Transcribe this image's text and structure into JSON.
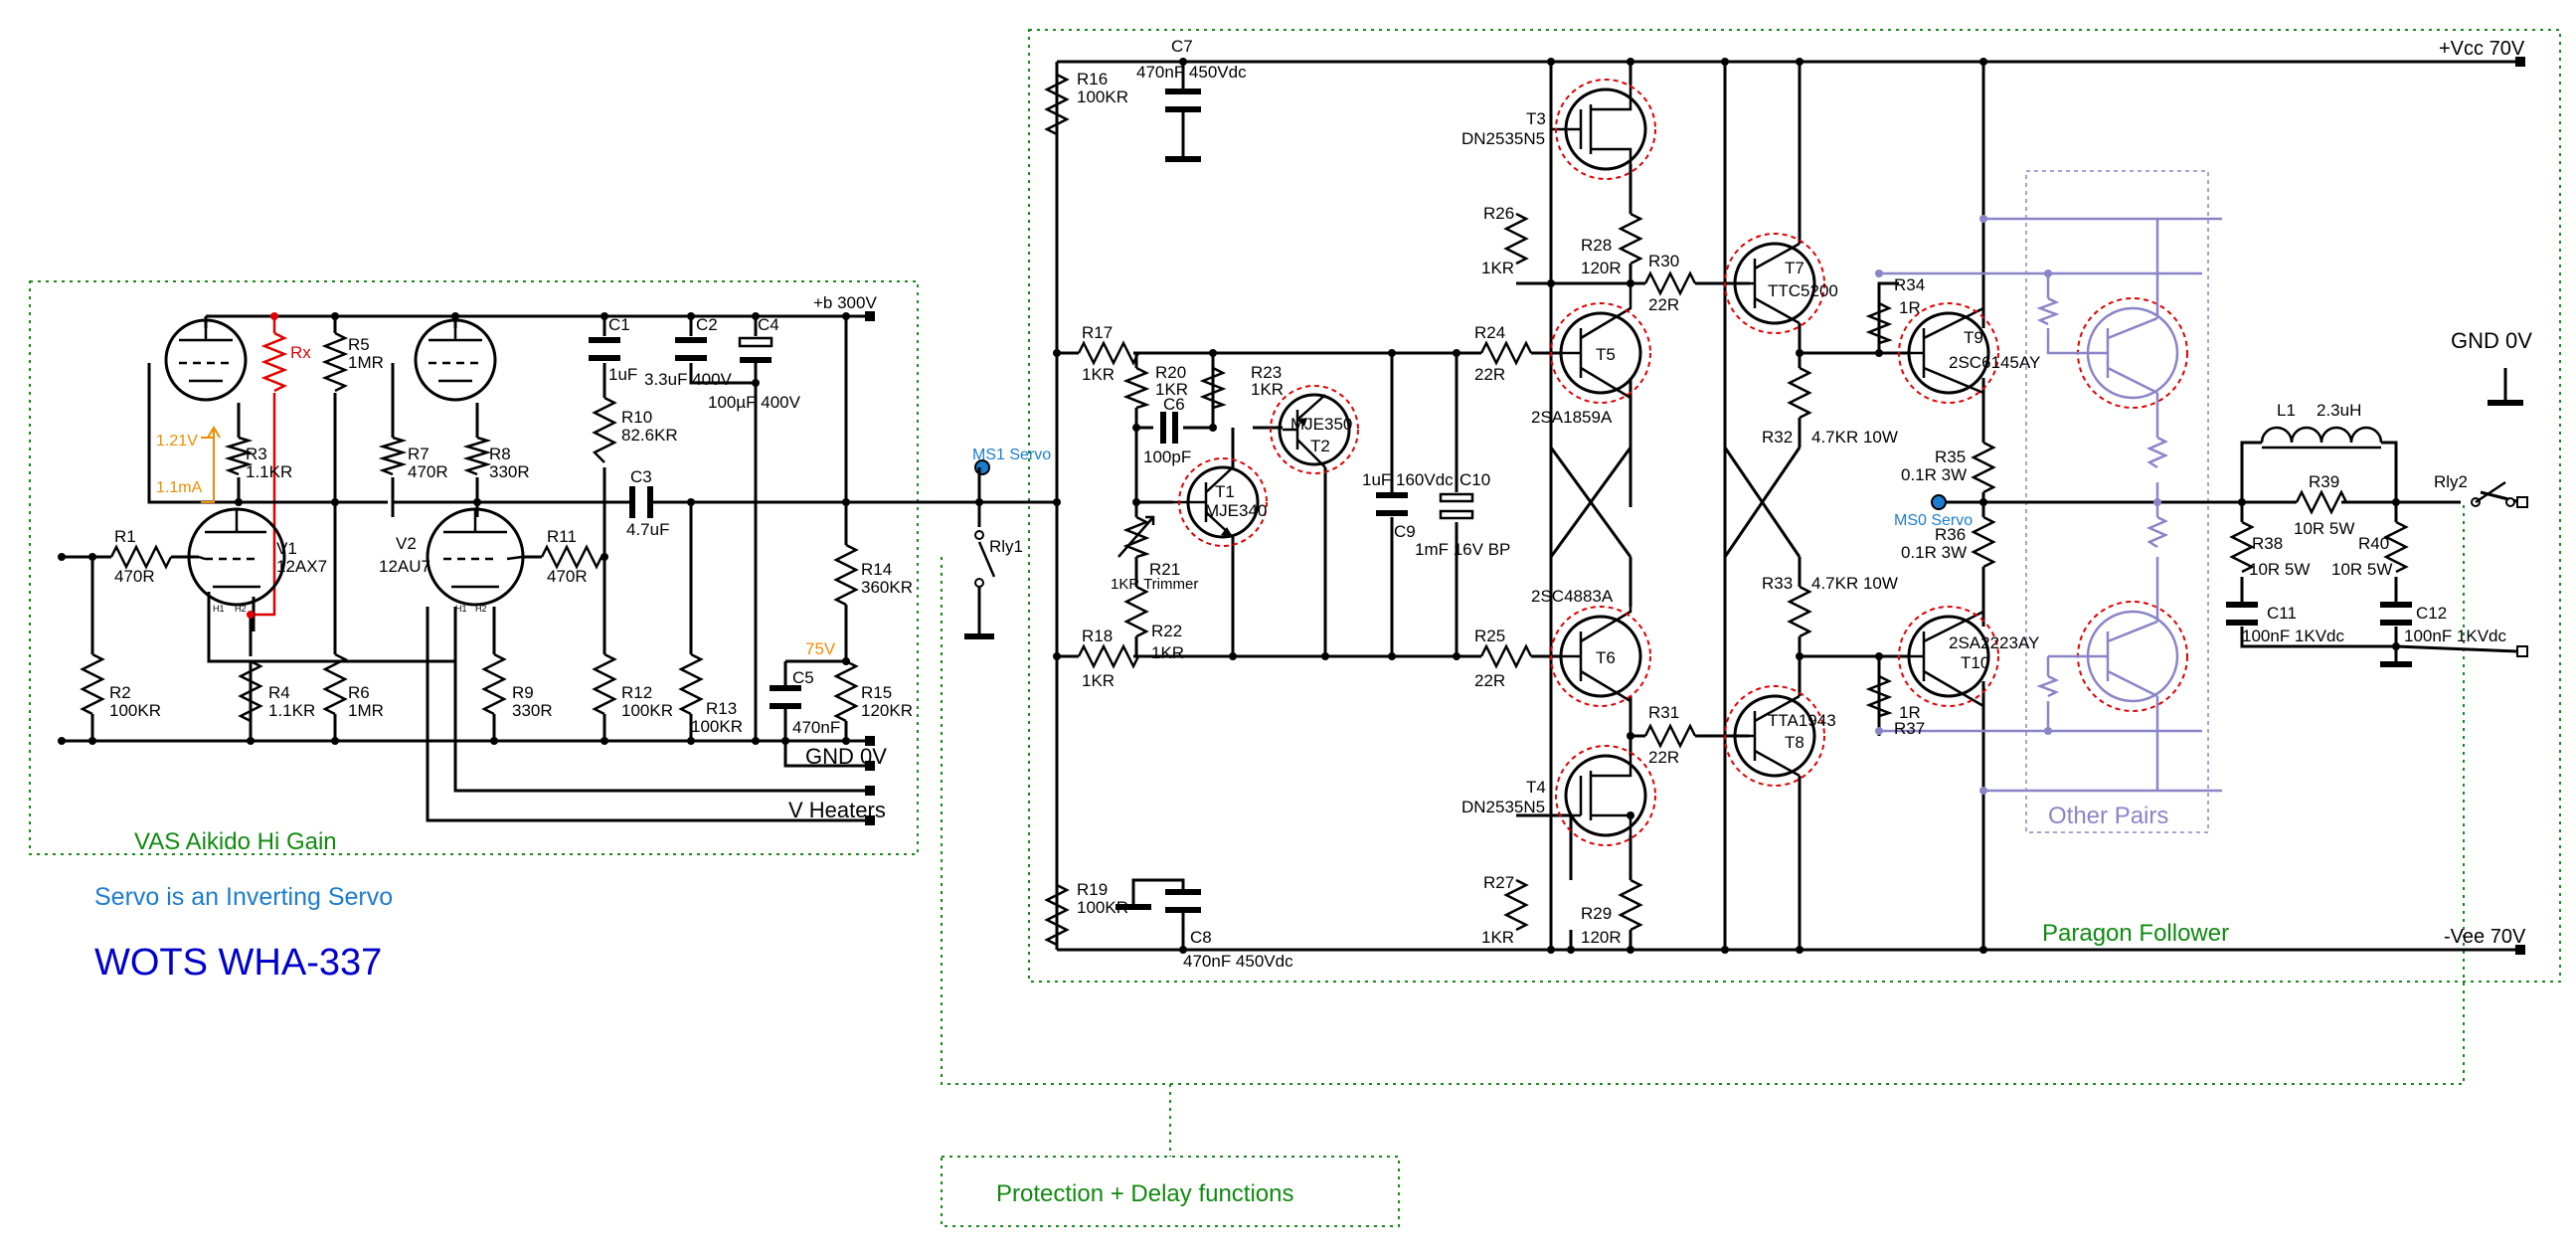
{
  "titles": {
    "main": "WOTS WHA-337",
    "servo_note": "Servo is an Inverting Servo",
    "vas_block": "VAS Aikido Hi Gain",
    "follower_block": "Paragon Follower",
    "protection_block": "Protection + Delay functions",
    "other_pairs": "Other Pairs"
  },
  "rails": {
    "b_plus": "+b 300V",
    "gnd_vas": "GND 0V",
    "heaters": "V Heaters",
    "vcc": "+Vcc 70V",
    "vee": "-Vee 70V",
    "gnd_out": "GND 0V",
    "v75": "75V"
  },
  "annotations": {
    "v_121": "1.21V",
    "i_11": "1.1mA",
    "ms1": "MS1 Servo",
    "ms0": "MS0 Servo",
    "rly1": "Rly1",
    "rly2": "Rly2",
    "trimmer": "1KR Trimmer",
    "h1": "H1",
    "h2": "H2"
  },
  "tubes": {
    "V1": {
      "name": "V1",
      "type": "12AX7"
    },
    "V2": {
      "name": "V2",
      "type": "12AU7"
    }
  },
  "resistors": {
    "Rx": {
      "name": "Rx",
      "value": ""
    },
    "R1": {
      "name": "R1",
      "value": "470R"
    },
    "R2": {
      "name": "R2",
      "value": "100KR"
    },
    "R3": {
      "name": "R3",
      "value": "1.1KR"
    },
    "R4": {
      "name": "R4",
      "value": "1.1KR"
    },
    "R5": {
      "name": "R5",
      "value": "1MR"
    },
    "R6": {
      "name": "R6",
      "value": "1MR"
    },
    "R7": {
      "name": "R7",
      "value": "470R"
    },
    "R8": {
      "name": "R8",
      "value": "330R"
    },
    "R9": {
      "name": "R9",
      "value": "330R"
    },
    "R10": {
      "name": "R10",
      "value": "82.6KR"
    },
    "R11": {
      "name": "R11",
      "value": "470R"
    },
    "R12": {
      "name": "R12",
      "value": "100KR"
    },
    "R13": {
      "name": "R13",
      "value": "100KR"
    },
    "R14": {
      "name": "R14",
      "value": "360KR"
    },
    "R15": {
      "name": "R15",
      "value": "120KR"
    },
    "R16": {
      "name": "R16",
      "value": "100KR"
    },
    "R17": {
      "name": "R17",
      "value": "1KR"
    },
    "R18": {
      "name": "R18",
      "value": "1KR"
    },
    "R19": {
      "name": "R19",
      "value": "100KR"
    },
    "R20": {
      "name": "R20",
      "value": "1KR"
    },
    "R21": {
      "name": "R21",
      "value": ""
    },
    "R22": {
      "name": "R22",
      "value": "1KR"
    },
    "R23": {
      "name": "R23",
      "value": "1KR"
    },
    "R24": {
      "name": "R24",
      "value": "22R"
    },
    "R25": {
      "name": "R25",
      "value": "22R"
    },
    "R26": {
      "name": "R26",
      "value": "1KR"
    },
    "R27": {
      "name": "R27",
      "value": "1KR"
    },
    "R28": {
      "name": "R28",
      "value": "120R"
    },
    "R29": {
      "name": "R29",
      "value": "120R"
    },
    "R30": {
      "name": "R30",
      "value": "22R"
    },
    "R31": {
      "name": "R31",
      "value": "22R"
    },
    "R32": {
      "name": "R32",
      "value": "4.7KR 10W"
    },
    "R33": {
      "name": "R33",
      "value": "4.7KR 10W"
    },
    "R34": {
      "name": "R34",
      "value": "1R"
    },
    "R35": {
      "name": "R35",
      "value": "0.1R 3W"
    },
    "R36": {
      "name": "R36",
      "value": "0.1R 3W"
    },
    "R37": {
      "name": "R37",
      "value": "1R"
    },
    "R38": {
      "name": "R38",
      "value": "10R 5W"
    },
    "R39": {
      "name": "R39",
      "value": "10R 5W"
    },
    "R40": {
      "name": "R40",
      "value": "10R 5W"
    }
  },
  "capacitors": {
    "C1": {
      "name": "C1",
      "value": "1uF"
    },
    "C2": {
      "name": "C2",
      "value": "3.3uF 400V"
    },
    "C3": {
      "name": "C3",
      "value": "4.7uF"
    },
    "C4": {
      "name": "C4",
      "value": "100µF 400V"
    },
    "C5": {
      "name": "C5",
      "value": "470nF"
    },
    "C6": {
      "name": "C6",
      "value": "100pF"
    },
    "C7": {
      "name": "C7",
      "value": "470nF 450Vdc"
    },
    "C8": {
      "name": "C8",
      "value": "470nF 450Vdc"
    },
    "C9": {
      "name": "C9",
      "value": "1uF 160Vdc"
    },
    "C10": {
      "name": "C10",
      "value": "1mF 16V BP"
    },
    "C11": {
      "name": "C11",
      "value": "100nF 1KVdc"
    },
    "C12": {
      "name": "C12",
      "value": "100nF 1KVdc"
    }
  },
  "inductors": {
    "L1": {
      "name": "L1",
      "value": "2.3uH"
    }
  },
  "transistors": {
    "T1": {
      "name": "T1",
      "type": "MJE340"
    },
    "T2": {
      "name": "T2",
      "type": "MJE350"
    },
    "T3": {
      "name": "T3",
      "type": "DN2535N5"
    },
    "T4": {
      "name": "T4",
      "type": "DN2535N5"
    },
    "T5": {
      "name": "T5",
      "type": "2SA1859A"
    },
    "T6": {
      "name": "T6",
      "type": "2SC4883A"
    },
    "T7": {
      "name": "T7",
      "type": "TTC5200"
    },
    "T8": {
      "name": "T8",
      "type": "TTA1943"
    },
    "T9": {
      "name": "T9",
      "type": "2SC6145AY"
    },
    "T10": {
      "name": "T10",
      "type": "2SA2223AY"
    }
  },
  "colors": {
    "wire": "#000000",
    "red": "#e00000",
    "orange": "#f08c00",
    "blue": "#1c7ccf",
    "title_blue": "#0000cc",
    "green": "#0f8a0f",
    "purple": "#8a84c8"
  }
}
